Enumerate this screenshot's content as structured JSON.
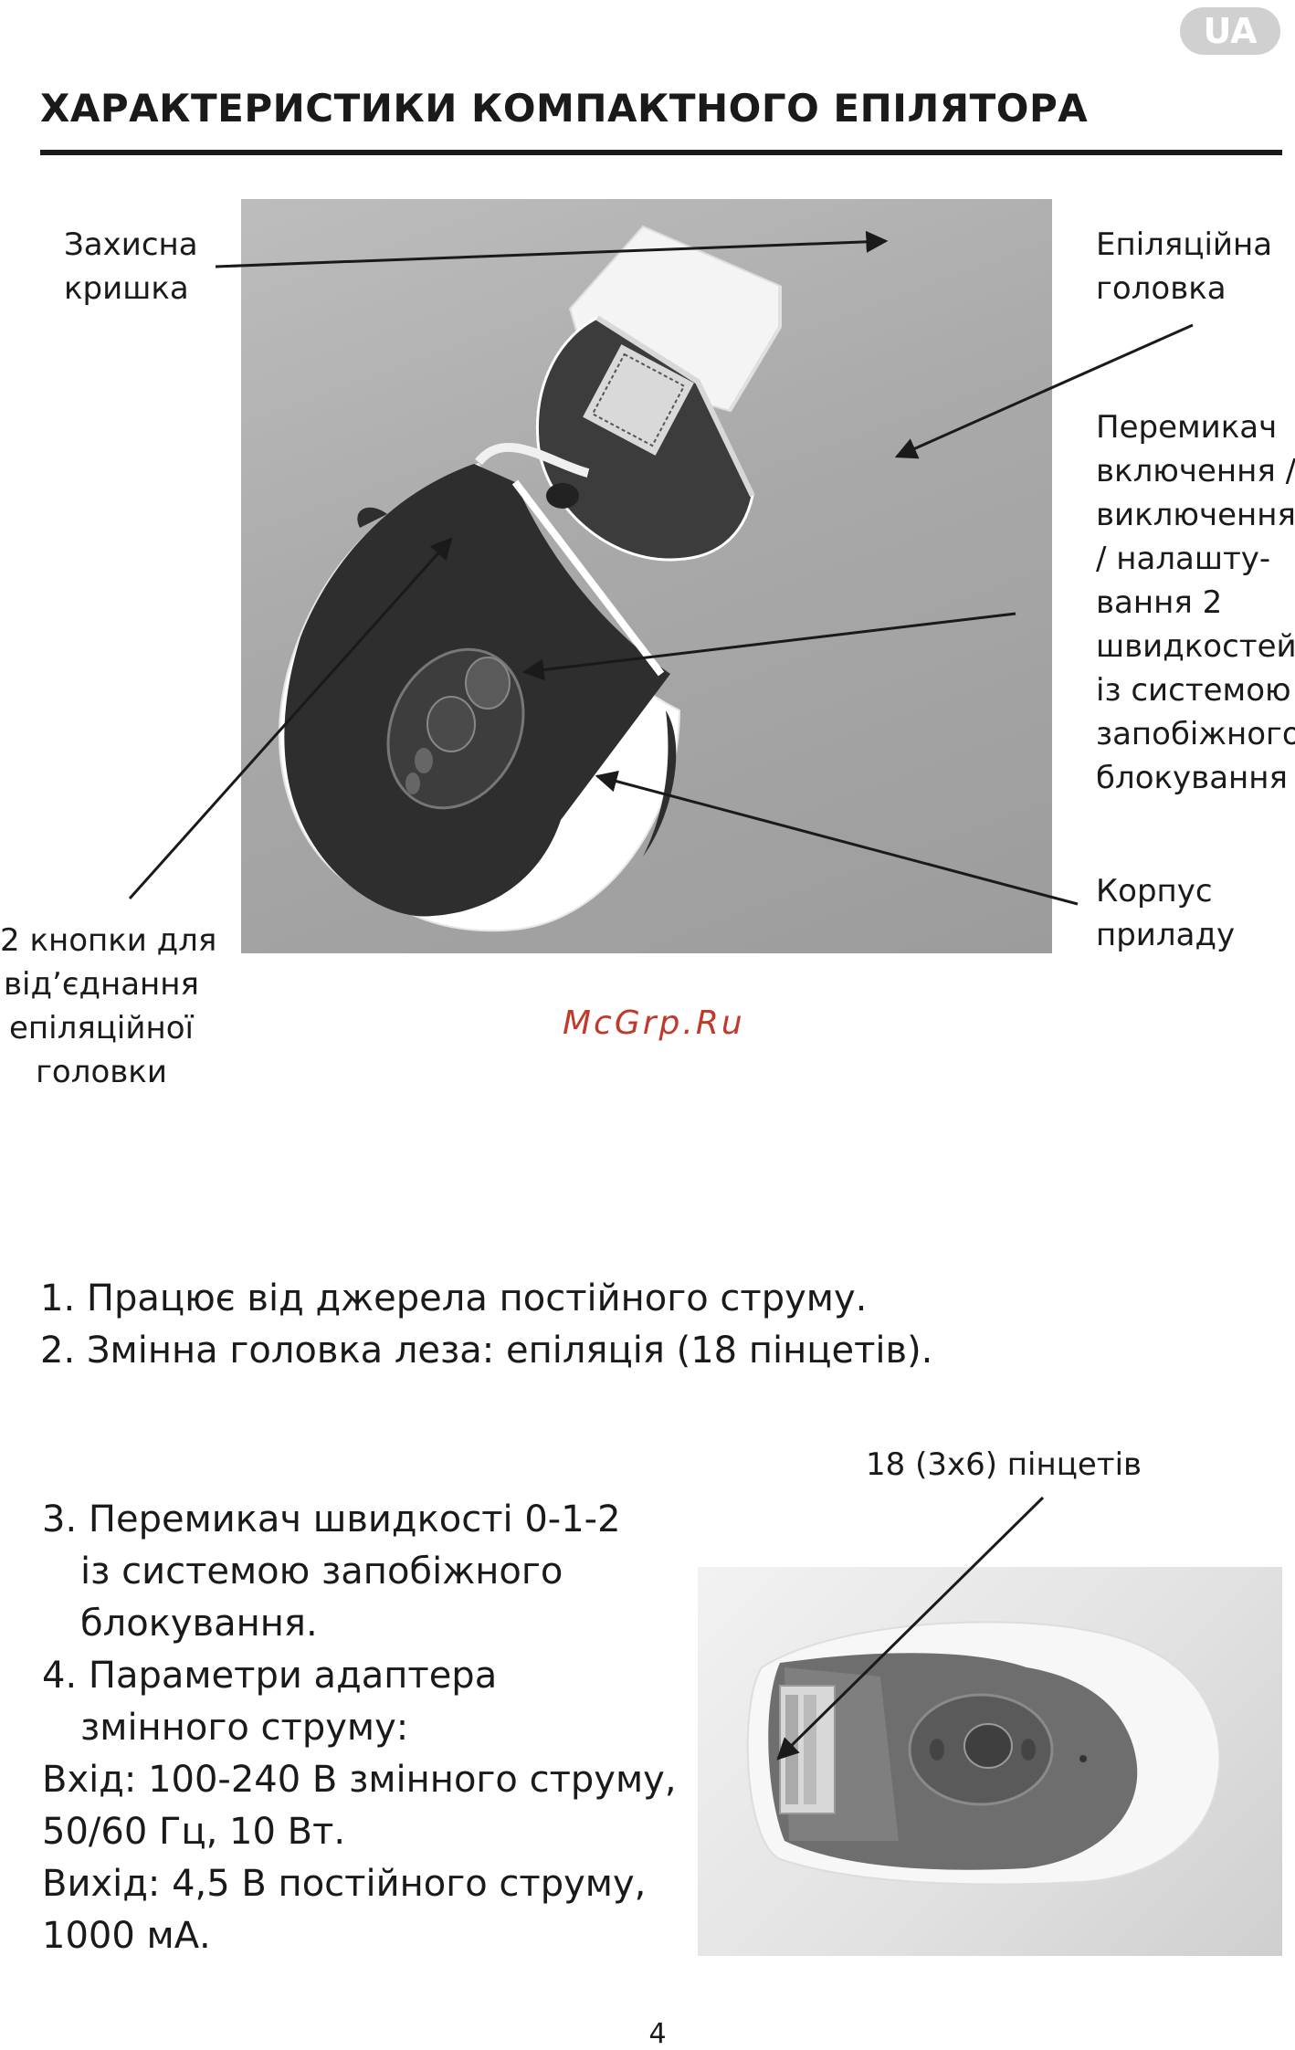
{
  "lang_badge": "UA",
  "title": "ХАРАКТЕРИСТИКИ КОМПАКТНОГО ЕПІЛЯТОРА",
  "labels": {
    "protective_cap": [
      "Захисна",
      "кришка"
    ],
    "epilation_head": [
      "Епіляційна",
      "головка"
    ],
    "power_switch": [
      "Перемикач",
      "включення /",
      "виключення",
      "/ налашту-",
      "вання 2",
      "швидкостей",
      "із системою",
      "запобіжного",
      "блокування"
    ],
    "body": [
      "Корпус",
      "приладу"
    ],
    "release_buttons": [
      "2 кнопки для",
      "від’єднання",
      "епіляційної",
      "головки"
    ]
  },
  "watermark": "McGrp.Ru",
  "features_top": [
    "1. Працює від джерела постійного струму.",
    "2. Змінна головка леза: епіляція (18 пінцетів)."
  ],
  "features_bottom": [
    {
      "text": "3. Перемикач швидкості 0-1-2",
      "indent": false
    },
    {
      "text": "із системою запобіжного",
      "indent": true
    },
    {
      "text": "блокування.",
      "indent": true
    },
    {
      "text": "4. Параметри адаптера",
      "indent": false
    },
    {
      "text": "змінного струму:",
      "indent": true
    },
    {
      "text": "Вхід: 100-240 В змінного струму,",
      "indent": false
    },
    {
      "text": "50/60 Гц, 10 Вт.",
      "indent": false
    },
    {
      "text": "Вихід: 4,5 В постійного струму,",
      "indent": false
    },
    {
      "text": "1000 мА.",
      "indent": false
    }
  ],
  "tweezers_label": "18 (3х6) пінцетів",
  "page_number": "4"
}
